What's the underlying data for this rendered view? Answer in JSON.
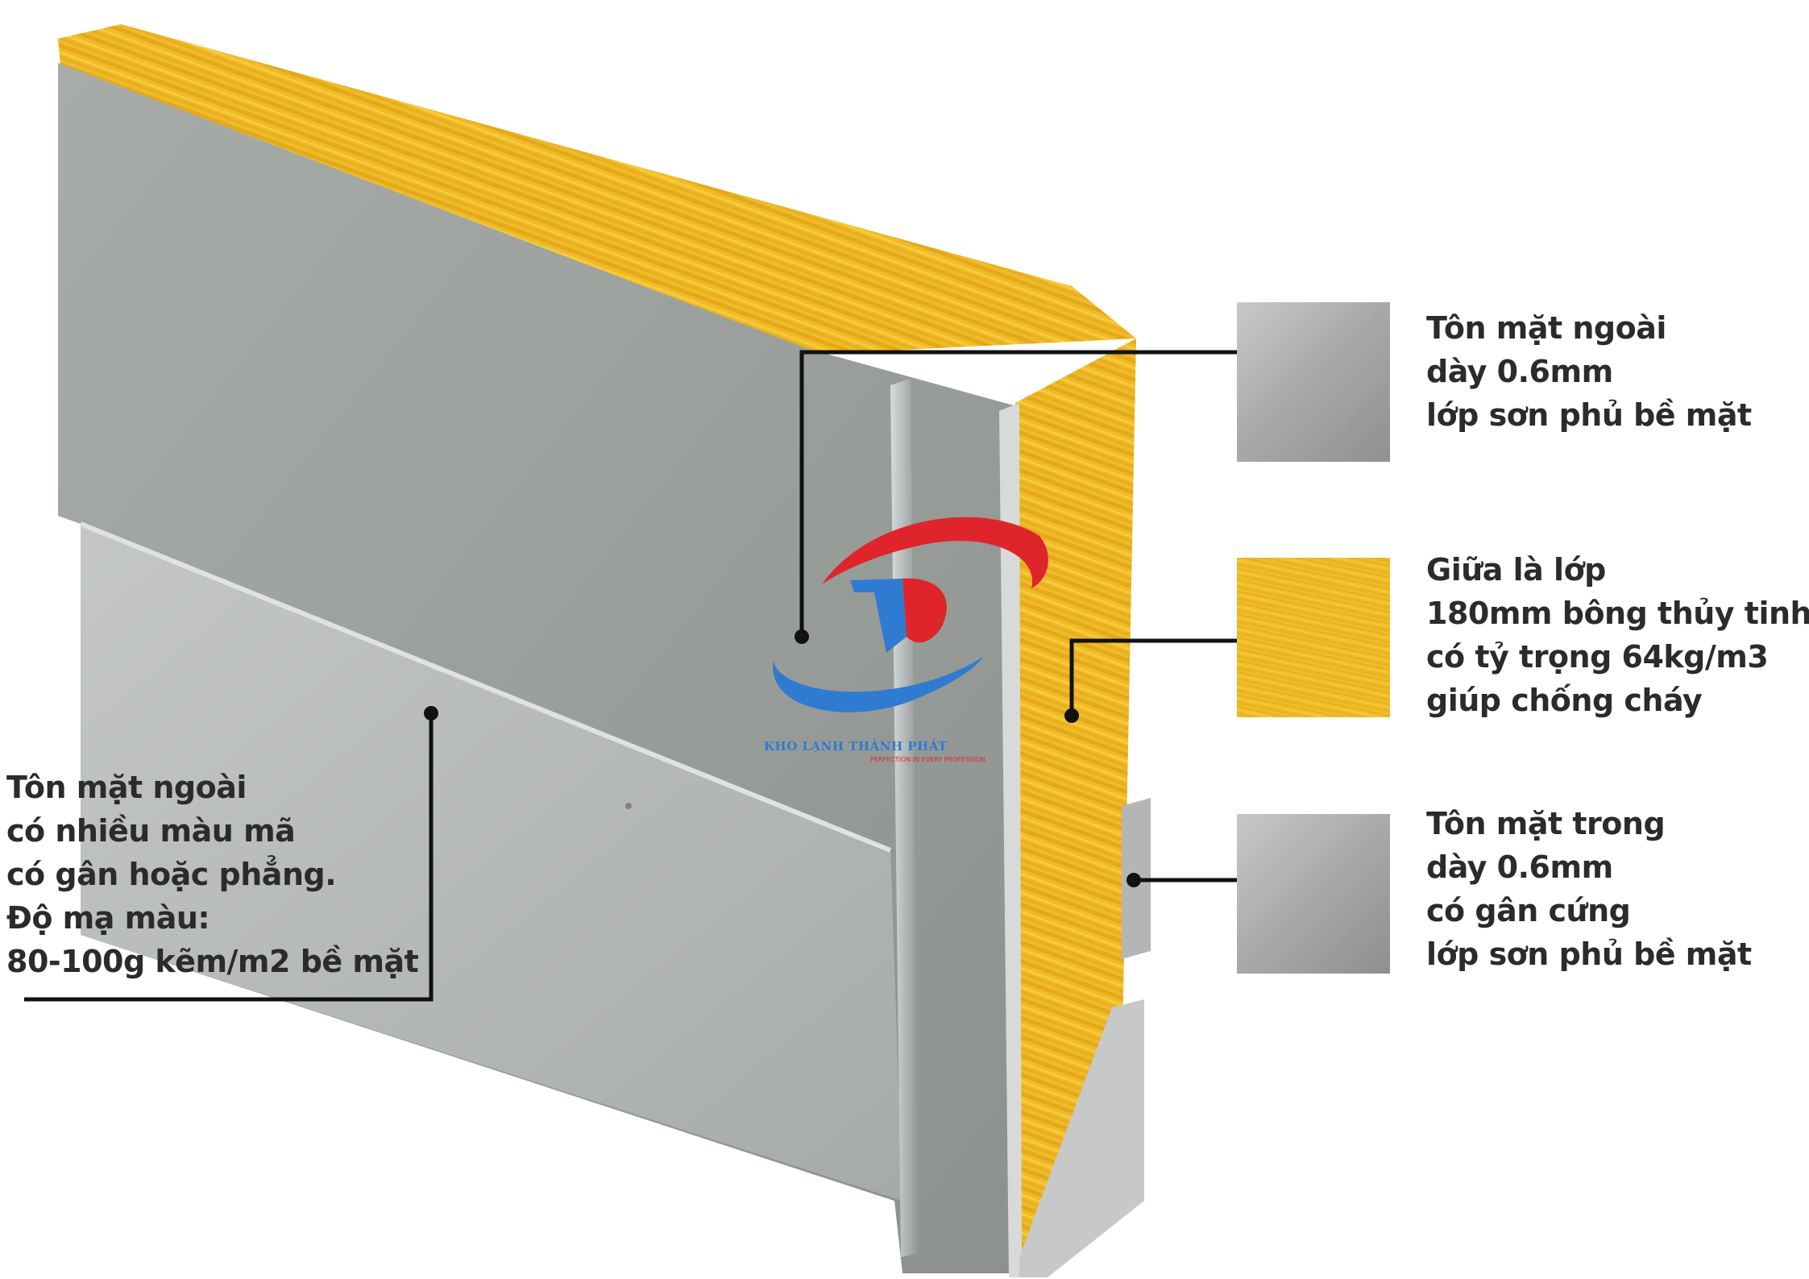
{
  "callouts": {
    "outer_right": {
      "lines": [
        "Tôn mặt ngoài",
        "dày 0.6mm",
        "lớp sơn phủ bề mặt"
      ]
    },
    "core": {
      "lines": [
        "Giữa là lớp",
        "180mm bông thủy tinh",
        "có tỷ trọng 64kg/m3",
        "giúp chống cháy"
      ]
    },
    "inner": {
      "lines": [
        "Tôn mặt trong",
        "dày 0.6mm",
        "có gân cứng",
        "lớp sơn phủ bề mặt"
      ]
    },
    "outer_left": {
      "lines": [
        "Tôn mặt ngoài",
        "có nhiều màu mã",
        "có gân hoặc phẳng.",
        "Độ mạ màu:",
        "80-100g kẽm/m2 bề mặt"
      ]
    }
  },
  "logo": {
    "brand": "KHO LẠNH THÀNH PHÁT",
    "slogan": "PERFECTION IN EVERY PROFESSION",
    "icon": "tp-swoosh-logo-icon"
  },
  "colors": {
    "steel_light": "#c9cac8",
    "steel_dark": "#8f9190",
    "glass_wool": "#f0bd2a",
    "leader_line": "#111111",
    "logo_red": "#e0242c",
    "logo_blue": "#2e7bd1"
  }
}
